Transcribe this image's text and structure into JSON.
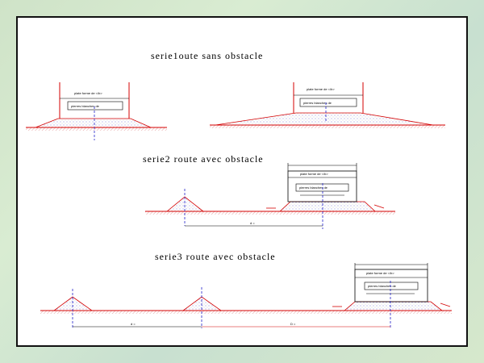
{
  "captions": {
    "serie1": "serie1oute sans obstacle",
    "serie2": "serie2 route avec obstacle",
    "serie3": "serie3 route avec obstacle"
  },
  "labels": {
    "plate_top": "plate forme de   </b>",
    "plate_box": "plate forme de  </b>",
    "base_layer": "pierres blanches de   ",
    "dist_a": "d =",
    "dist_b": "d =",
    "dist_c": "D ="
  },
  "colors": {
    "frame": "#111111",
    "red": "#d40000",
    "blue": "#2222cc",
    "fill_dots": "#7a7ad8"
  }
}
